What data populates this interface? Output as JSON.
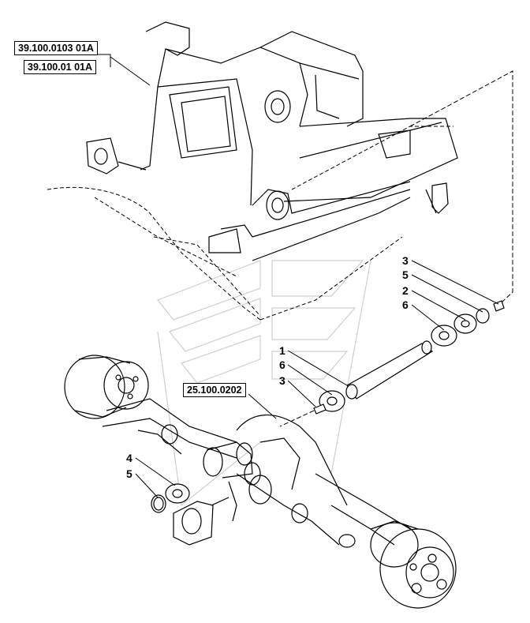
{
  "references": {
    "frame_ref_1": "39.100.0103 01A",
    "frame_ref_2": "39.100.01 01A",
    "axle_ref": "25.100.0202"
  },
  "callouts": {
    "top_group": [
      "3",
      "5",
      "2",
      "6"
    ],
    "middle_group": [
      "1",
      "6",
      "3"
    ],
    "lower_group": [
      "4",
      "5"
    ]
  },
  "colors": {
    "line": "#000000",
    "watermark": "#cfcfcf",
    "background": "#ffffff"
  }
}
